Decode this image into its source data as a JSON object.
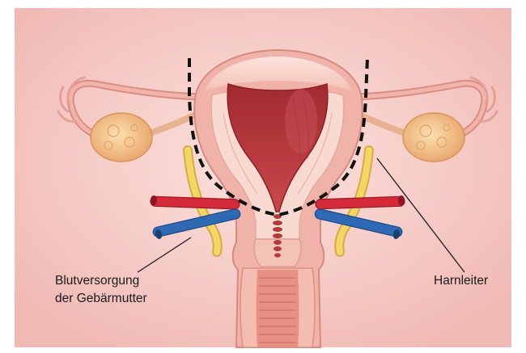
{
  "labels": {
    "blood_supply_line1": "Blutversorgung",
    "blood_supply_line2": "der Gebärmutter",
    "ureter": "Harnleiter"
  },
  "colors": {
    "background": "#f4c4bf",
    "uterus_muscle": "#f2b9b0",
    "uterus_inner": "#faddd5",
    "endometrium": "#b83a3c",
    "artery": "#d42a3a",
    "vein": "#2f69b3",
    "ureter": "#f2d35e",
    "ovary": "#f6c489",
    "incision_line": "#111111"
  }
}
